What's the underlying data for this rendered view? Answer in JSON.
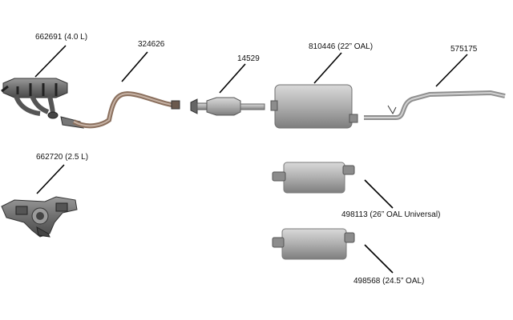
{
  "parts": [
    {
      "id": "manifold-40",
      "label": "662691 (4.0 L)"
    },
    {
      "id": "front-pipe",
      "label": "324626"
    },
    {
      "id": "catalytic-converter",
      "label": "14529"
    },
    {
      "id": "muffler-22",
      "label": "810446 (22” OAL)"
    },
    {
      "id": "tailpipe",
      "label": "575175"
    },
    {
      "id": "manifold-25",
      "label": "662720 (2.5 L)"
    },
    {
      "id": "muffler-26-universal",
      "label": "498113 (26” OAL Universal)"
    },
    {
      "id": "muffler-245",
      "label": "498568 (24.5” OAL)"
    }
  ]
}
